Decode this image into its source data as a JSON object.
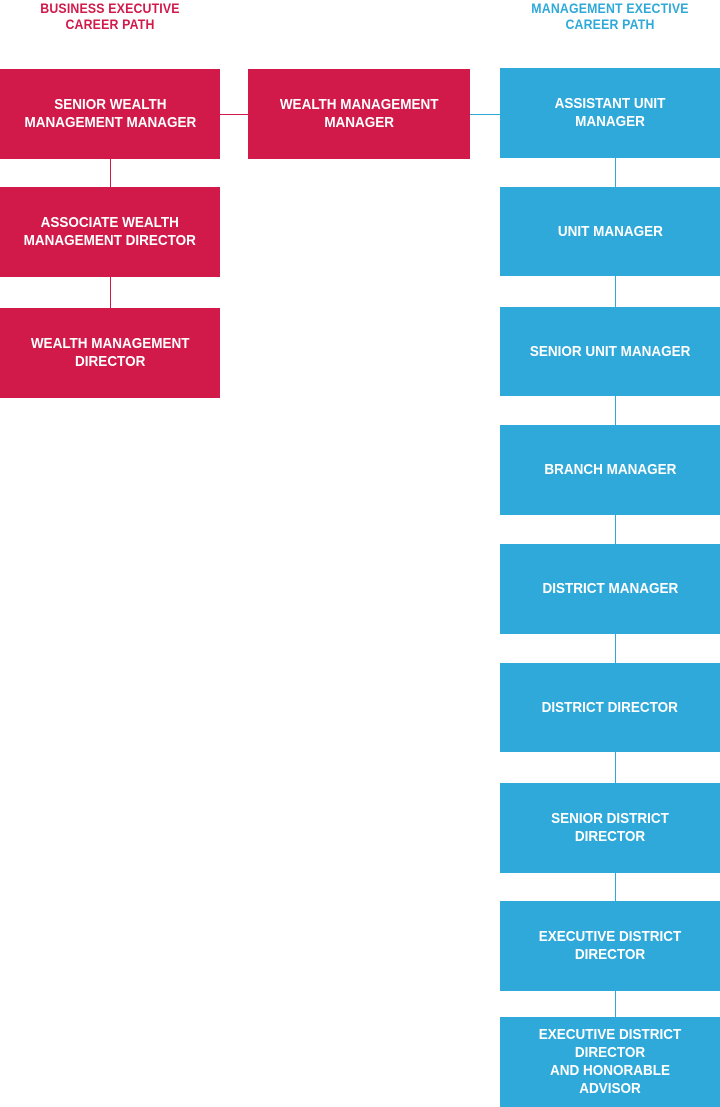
{
  "headings": {
    "business": [
      "BUSINESS EXECUTIVE",
      "CAREER PATH"
    ],
    "management": [
      "MANAGEMENT EXECTIVE",
      "CAREER PATH"
    ]
  },
  "center": {
    "label": "WEALTH MANAGEMENT\nMANAGER"
  },
  "business_path": [
    "SENIOR WEALTH\nMANAGEMENT MANAGER",
    "ASSOCIATE WEALTH\nMANAGEMENT DIRECTOR",
    "WEALTH MANAGEMENT\nDIRECTOR"
  ],
  "management_path": [
    "ASSISTANT UNIT MANAGER",
    "UNIT MANAGER",
    "SENIOR UNIT MANAGER",
    "BRANCH MANAGER",
    "DISTRICT MANAGER",
    "DISTRICT DIRECTOR",
    "SENIOR DISTRICT DIRECTOR",
    "EXECUTIVE DISTRICT DIRECTOR",
    "EXECUTIVE DISTRICT DIRECTOR\nAND HONORABLE ADVISOR"
  ],
  "colors": {
    "business": "#d1194a",
    "management": "#2fa9d9"
  }
}
